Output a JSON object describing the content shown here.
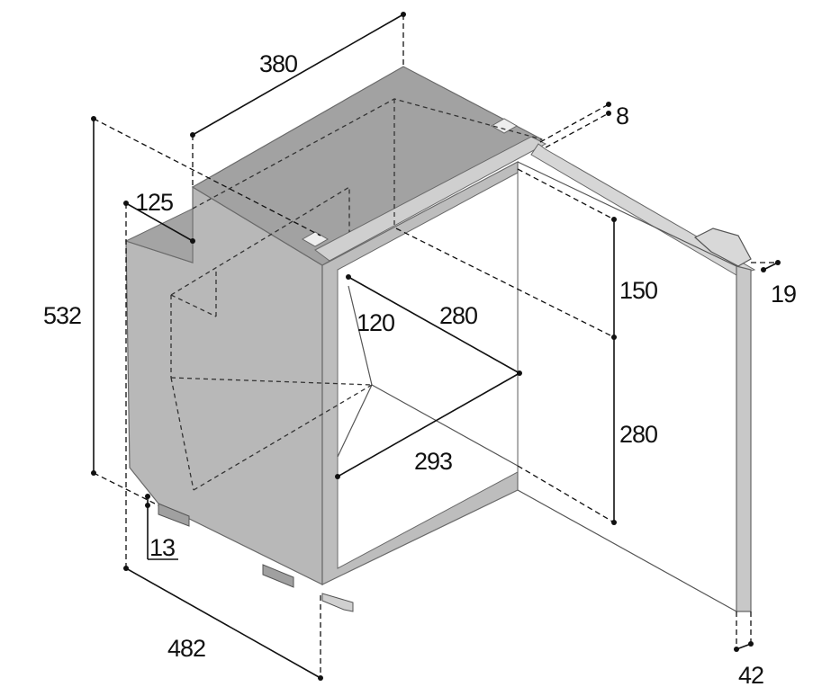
{
  "dimensions": {
    "top_depth": "380",
    "door_thickness_top": "8",
    "freezer_depth": "125",
    "total_height": "532",
    "upper_height": "150",
    "inner_depth_upper": "120",
    "inner_width_upper": "280",
    "lower_height": "280",
    "inner_width_lower": "293",
    "foot_height": "13",
    "total_depth": "482",
    "door_offset": "19",
    "door_depth": "42"
  },
  "colors": {
    "body_side": "#b8b8b8",
    "body_top": "#a2a2a2",
    "interior": "#ffffff",
    "door": "#c4c4c4",
    "frame": "#bdbdbd"
  }
}
